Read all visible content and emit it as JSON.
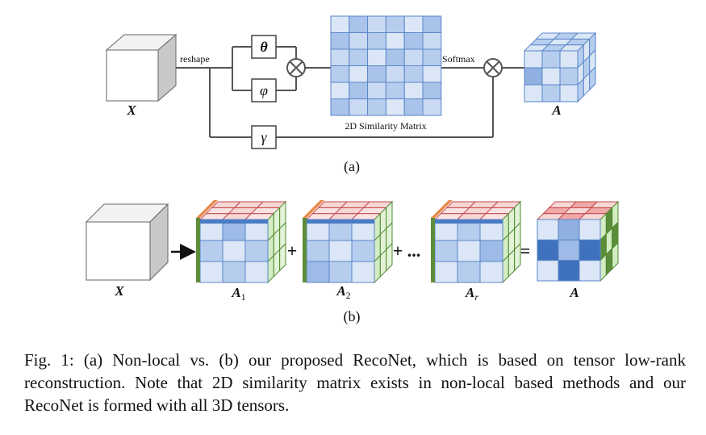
{
  "part_a": {
    "input_label": "X",
    "reshape_label": "reshape",
    "theta_label": "θ",
    "phi_label": "φ",
    "gamma_label": "γ",
    "similarity_label": "2D Similarity Matrix",
    "softmax_label": "Softmax",
    "output_label": "A",
    "sublabel": "(a)"
  },
  "part_b": {
    "input_label": "X",
    "terms": [
      {
        "base": "A",
        "sub": "1"
      },
      {
        "base": "A",
        "sub": "2"
      },
      {
        "base": "A",
        "sub": "r"
      }
    ],
    "plus1": "+",
    "plus2": "+ ...",
    "equals": "=",
    "output_label": "A",
    "sublabel": "(b)"
  },
  "caption": {
    "text": "Fig. 1: (a) Non-local vs. (b) our proposed RecoNet, which is based on tensor low-rank reconstruction. Note that 2D similarity matrix exists in non-local based methods and our RecoNet is formed with all 3D tensors."
  },
  "colors": {
    "blue_light": "#dbe7f6",
    "blue_mid": "#b6cdee",
    "blue_dark": "#4a7cc4",
    "red_light": "#f7d6d6",
    "red_mid": "#f0a8a8",
    "green_light": "#d3ecc3",
    "green_dark": "#5c8d3a",
    "orange": "#e88a4c"
  }
}
